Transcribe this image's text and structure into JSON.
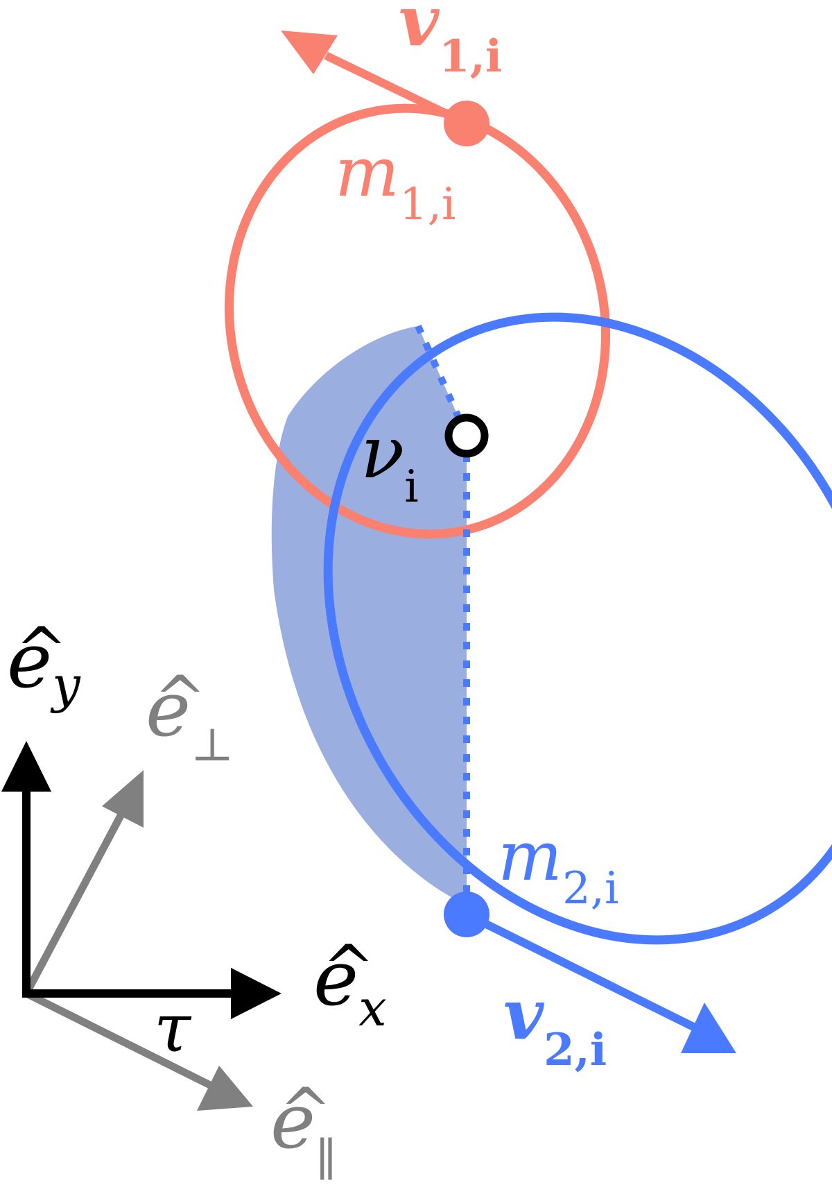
{
  "colors": {
    "body1": "#fa8070",
    "body2": "#4a7aff",
    "shade": "#9aaee0",
    "axes": "#000000",
    "rotated_axes": "#808080"
  },
  "labels": {
    "v1": {
      "main": "v",
      "sub": "1,i"
    },
    "m1": {
      "main": "m",
      "sub": "1,i"
    },
    "nu": {
      "main": "ν",
      "sub": "i"
    },
    "m2": {
      "main": "m",
      "sub": "2,i"
    },
    "v2": {
      "main": "v",
      "sub": "2,i"
    },
    "ey": {
      "main": "e",
      "hat": "^",
      "sub": "y"
    },
    "ex": {
      "main": "e",
      "hat": "^",
      "sub": "x"
    },
    "eperp": {
      "main": "e",
      "hat": "^",
      "sub": "⊥"
    },
    "epar": {
      "main": "e",
      "hat": "^",
      "sub": "∥"
    },
    "tau": {
      "main": "τ"
    }
  }
}
